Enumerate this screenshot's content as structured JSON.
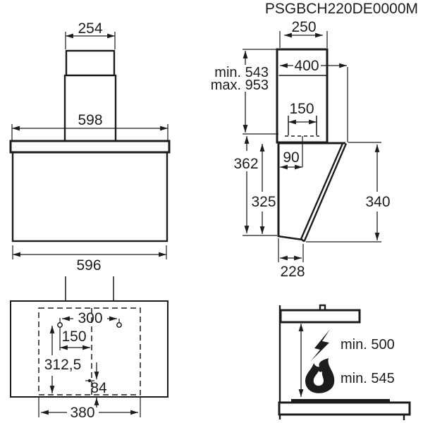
{
  "title": "PSGBCH220DE0000M",
  "front_view": {
    "chimney_width": "254",
    "top_width": "598",
    "body_width": "596"
  },
  "side_view": {
    "chimney_depth": "250",
    "height_min": "min. 543",
    "height_max": "max. 953",
    "depth_total": "400",
    "duct_width": "150",
    "duct_offset": "90",
    "rear_height": "362",
    "rear_inner_height": "325",
    "front_height": "340",
    "bottom_depth": "228"
  },
  "mounting_template": {
    "hole_spacing": "300",
    "hole_to_center": "150",
    "hole_height": "312,5",
    "bottom_hole_offset": "84",
    "template_width": "380"
  },
  "clearance_view": {
    "electric_min": "min. 500",
    "gas_min": "min. 545"
  },
  "colors": {
    "line": "#1c1c1c",
    "background": "#ffffff"
  }
}
